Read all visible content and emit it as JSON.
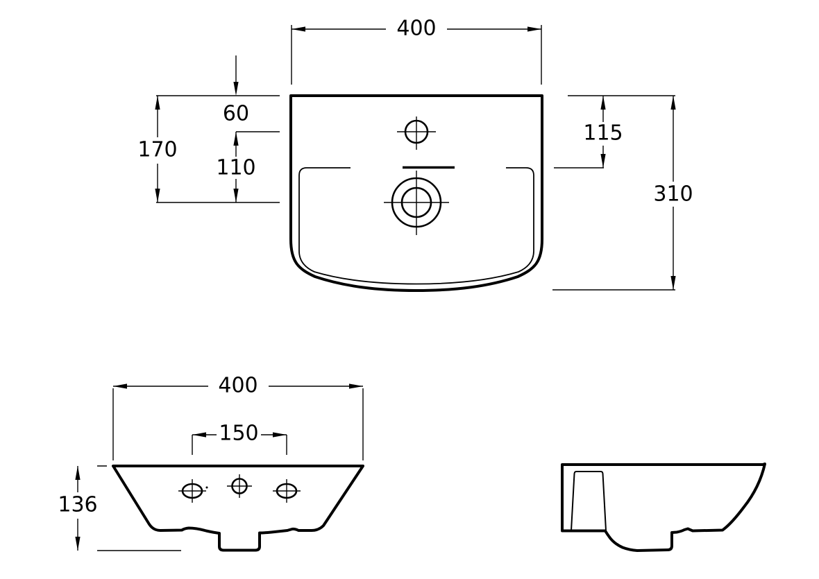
{
  "style": {
    "background": "#ffffff",
    "line_color": "#000000"
  },
  "plan": {
    "overall_width": "400",
    "tap_hole_offset": "60",
    "tap_to_waste": "110",
    "offset_total": "170",
    "rim_to_bowl_front": "115",
    "overall_depth": "310"
  },
  "front": {
    "overall_width": "400",
    "tap_hole_spacing": "150",
    "overall_height": "136"
  }
}
